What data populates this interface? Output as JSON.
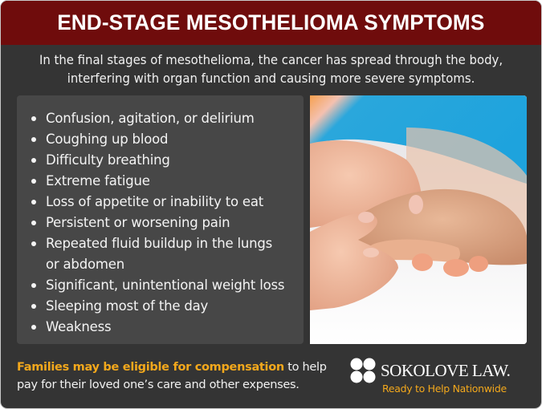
{
  "header": {
    "title": "END-STAGE MESOTHELIOMA SYMPTOMS"
  },
  "intro": {
    "line1": "In the final stages of mesothelioma, the cancer has spread through the body,",
    "line2": "interfering with organ function and causing more severe symptoms."
  },
  "symptoms": {
    "items": [
      {
        "label": "Confusion, agitation, or delirium"
      },
      {
        "label": "Coughing up blood"
      },
      {
        "label": "Difficulty breathing"
      },
      {
        "label": "Extreme fatigue"
      },
      {
        "label": "Loss of appetite or inability to eat"
      },
      {
        "label": "Persistent or worsening pain"
      },
      {
        "label": "Repeated fluid buildup in the lungs or abdomen"
      },
      {
        "label": "Significant, unintentional weight loss"
      },
      {
        "label": "Sleeping most of the day"
      },
      {
        "label": "Weakness"
      }
    ]
  },
  "photo": {
    "description": "caregiver hands holding elderly hand"
  },
  "footer": {
    "highlight": "Families may be eligible for compensation",
    "rest_line1": " to help",
    "line2": "pay for their loved one’s care and other expenses."
  },
  "brand": {
    "name": "SOKOLOVE LAW.",
    "tagline": "Ready to Help Nationwide",
    "logo_icon": "four-circles-logo"
  },
  "colors": {
    "header_bg": "#6f0c0c",
    "background": "#343434",
    "list_bg": "#474747",
    "accent": "#f3a81c"
  }
}
